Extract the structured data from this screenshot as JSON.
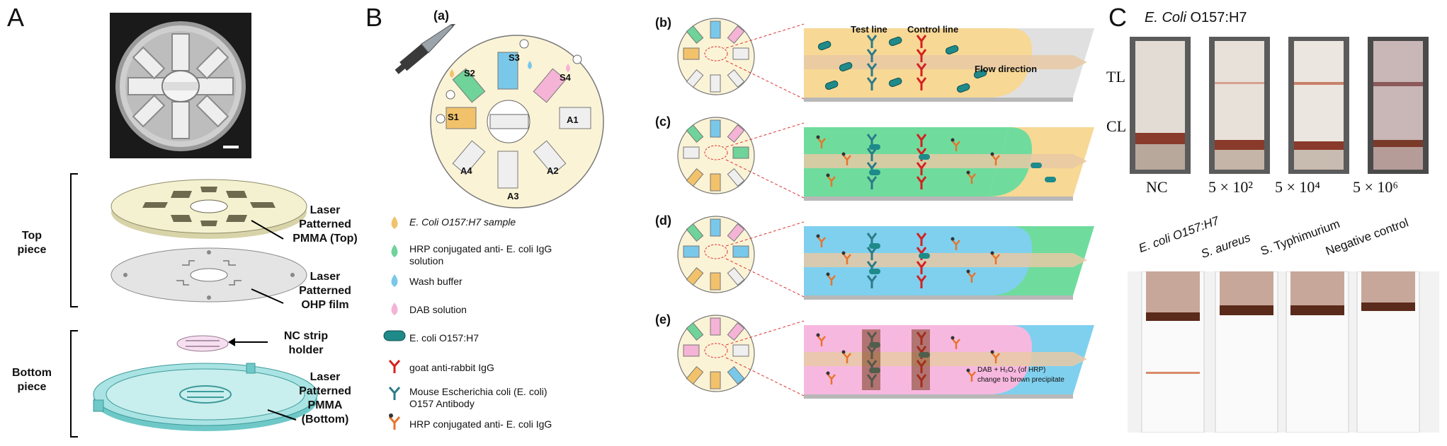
{
  "panels": {
    "a": "A",
    "b": "B",
    "c": "C"
  },
  "panel_a": {
    "top_piece": "Top\npiece",
    "bottom_piece": "Bottom\npiece",
    "label_pmma_top": "Laser\nPatterned\nPMMA (Top)",
    "label_ohp": "Laser\nPatterned\nOHP film",
    "label_nc": "NC strip\nholder",
    "label_pmma_bottom": "Laser\nPatterned\nPMMA\n(Bottom)"
  },
  "panel_b": {
    "sub_a": "(a)",
    "sub_b": "(b)",
    "sub_c": "(c)",
    "sub_d": "(d)",
    "sub_e": "(e)",
    "chambers": {
      "s1": "S1",
      "s2": "S2",
      "s3": "S3",
      "s4": "S4",
      "a1": "A1",
      "a2": "A2",
      "a3": "A3",
      "a4": "A4"
    },
    "test_line": "Test line",
    "control_line": "Control line",
    "flow_direction": "Flow direction",
    "dab_note_1": "DAB + H₂O₂ (of HRP)",
    "dab_note_2": "change to brown precipitate",
    "legend": [
      {
        "text": "E. Coli O157:H7 sample",
        "color": "#f2c26b"
      },
      {
        "text": "HRP conjugated anti- E. coli IgG\nsolution",
        "color": "#6fd39a"
      },
      {
        "text": "Wash buffer",
        "color": "#79c8ea"
      },
      {
        "text": "DAB solution",
        "color": "#f5b3d6"
      },
      {
        "text": "E. coli O157:H7"
      },
      {
        "text": "goat anti-rabbit IgG"
      },
      {
        "text": "Mouse Escherichia coli (E. coli)\nO157 Antibody"
      },
      {
        "text": "HRP conjugated anti- E. coli IgG"
      }
    ]
  },
  "panel_c": {
    "title_italic": "E. Coli",
    "title_rest": " O157:H7",
    "tl": "TL",
    "cl": "CL",
    "conc": [
      "NC",
      "5 × 10²",
      "5 × 10⁴",
      "5 × 10⁶"
    ],
    "specificity": [
      "E. coli O157:H7",
      "S. aureus",
      "S. Typhimurium",
      "Negative control"
    ]
  }
}
